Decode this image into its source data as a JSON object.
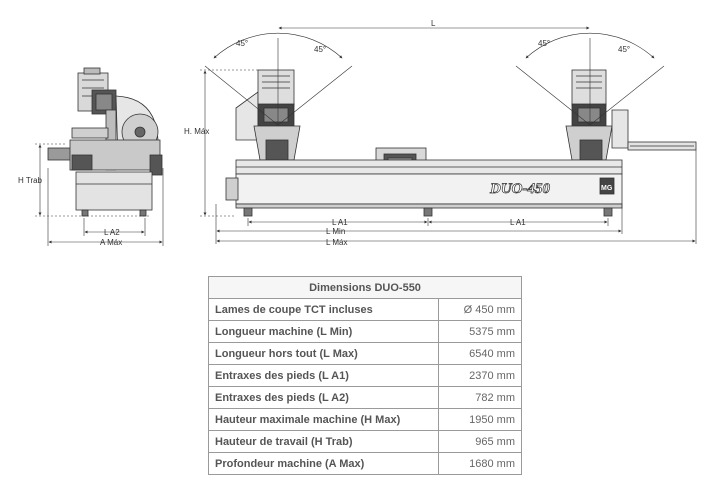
{
  "drawing": {
    "labels": {
      "L": "L",
      "angle": "45°",
      "h_max": "H. Máx",
      "h_trab": "H Trab",
      "l_a2": "L A2",
      "a_max": "A Máx",
      "l_a1": "L A1",
      "l_min": "L Min",
      "l_max": "L Máx",
      "brand": "DUO-450",
      "badge": "MG"
    }
  },
  "table": {
    "title": "Dimensions DUO-550",
    "rows": [
      {
        "label": "Lames de coupe TCT incluses",
        "value": "Ø 450 mm"
      },
      {
        "label": "Longueur machine (L Min)",
        "value": "5375 mm"
      },
      {
        "label": "Longueur hors tout (L Max)",
        "value": "6540 mm"
      },
      {
        "label": "Entraxes des pieds (L A1)",
        "value": "2370 mm"
      },
      {
        "label": "Entraxes des pieds (L A2)",
        "value": "782 mm"
      },
      {
        "label": "Hauteur maximale machine (H Max)",
        "value": "1950 mm"
      },
      {
        "label": "Hauteur de travail (H Trab)",
        "value": "965 mm"
      },
      {
        "label": "Profondeur machine (A Max)",
        "value": "1680 mm"
      }
    ]
  }
}
